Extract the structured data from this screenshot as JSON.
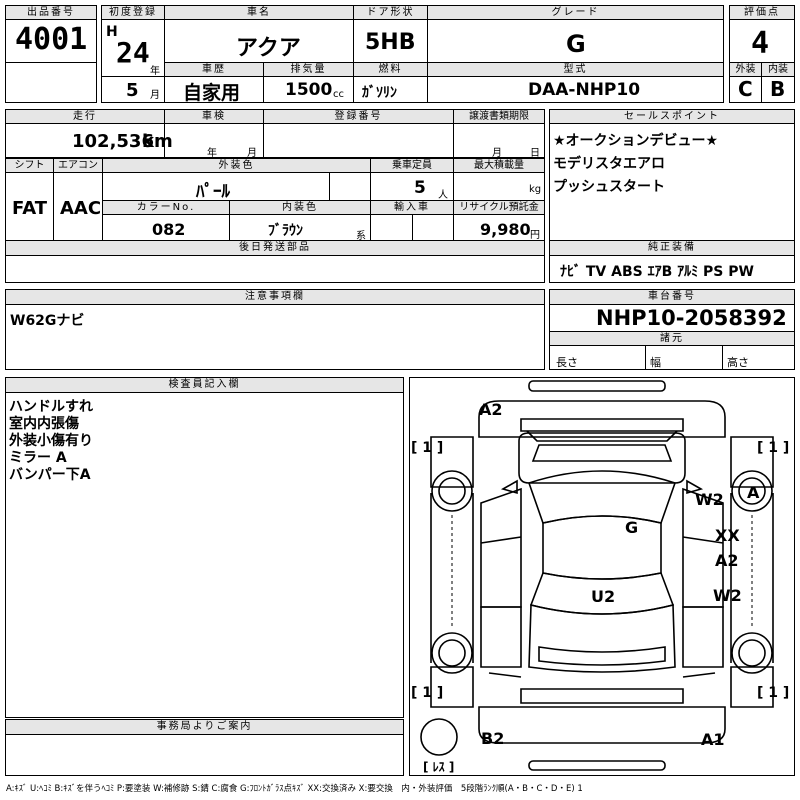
{
  "header": {
    "lot_label": "出品番号",
    "lot_value": "4001",
    "first_reg_label": "初度登録",
    "era": "H",
    "year_value": "24",
    "year_unit": "年",
    "month_value": "5",
    "month_unit": "月",
    "model_label": "車名",
    "model_value": "アクア",
    "door_label": "ドア形状",
    "door_value": "5HB",
    "grade_label": "グレード",
    "grade_value": "G",
    "score_label": "評価点",
    "score_value": "4",
    "history_label": "車歴",
    "history_value": "自家用",
    "displacement_label": "排気量",
    "displacement_value": "1500",
    "displacement_unit": "cc",
    "fuel_label": "燃料",
    "fuel_value": "ｶﾞｿﾘﾝ",
    "type_label": "型式",
    "type_value": "DAA-NHP10",
    "ext_label": "外装",
    "ext_value": "C",
    "int_label": "内装",
    "int_value": "B"
  },
  "row2": {
    "mileage_label": "走行",
    "mileage_value": "102,536",
    "mileage_unit": "km",
    "inspection_label": "車検",
    "inspection_year": "年",
    "inspection_month": "月",
    "regno_label": "登録番号",
    "transfer_label": "譲渡書類期限",
    "transfer_month": "月",
    "transfer_day": "日",
    "sales_label": "セールスポイント",
    "sales_points": [
      "★オークションデビュー★",
      "モデリスタエアロ",
      "プッシュスタート"
    ]
  },
  "row3": {
    "shift_label": "シフト",
    "shift_value": "FAT",
    "ac_label": "エアコン",
    "ac_value": "AAC",
    "color_label": "外装色",
    "color_value": "ﾊﾟｰﾙ",
    "seats_label": "乗車定員",
    "seats_value": "5",
    "seats_unit": "人",
    "load_label": "最大積載量",
    "load_unit": "kg",
    "colorno_label": "カラーNo.",
    "colorno_value": "082",
    "interior_label": "内装色",
    "interior_value": "ﾌﾞﾗｳﾝ",
    "interior_unit": "系",
    "import_label": "輸入車",
    "recycle_label": "リサイクル預託金",
    "recycle_value": "9,980",
    "recycle_unit": "円"
  },
  "later_parts_label": "後日発送部品",
  "equipment": {
    "label": "純正装備",
    "items": "ﾅﾋﾞ TV ABS ｴｱB ｱﾙﾐ PS PW"
  },
  "notes": {
    "label": "注意事項欄",
    "value": "W62Gナビ"
  },
  "chassis": {
    "label": "車台番号",
    "value": "NHP10-2058392",
    "dims_label": "諸元",
    "length_label": "長さ",
    "width_label": "幅",
    "height_label": "高さ"
  },
  "inspector": {
    "label": "検査員記入欄",
    "lines": [
      "ハンドルすれ",
      "室内内張傷",
      "外装小傷有り",
      "ミラー A",
      "バンパー下A"
    ]
  },
  "office": {
    "label": "事務局よりご案内"
  },
  "diagram": {
    "tire_tl": "[ 1 ]",
    "tire_tr": "[ 1 ]",
    "tire_bl": "[ 1 ]",
    "tire_br": "[ 1 ]",
    "spare": "[ ﾚｽ ]",
    "marks": {
      "a2_front": "A2",
      "g_roof": "G",
      "w2_top": "W2",
      "a_mirror": "A",
      "xx": "XX",
      "a2_side": "A2",
      "w2_side": "W2",
      "u2": "U2",
      "b2": "B2",
      "a1": "A1"
    }
  },
  "legend": "A:ｷｽﾞ U:ﾍｺﾐ B:ｷｽﾞを伴うﾍｺﾐ P:要塗装 W:補修跡 S:錆 C:腐食 G:ﾌﾛﾝﾄｶﾞﾗｽ点ｷｽﾞ XX:交換済み X:要交換　内・外装評価　5段階ﾗﾝｸ順(A・B・C・D・E) 1"
}
